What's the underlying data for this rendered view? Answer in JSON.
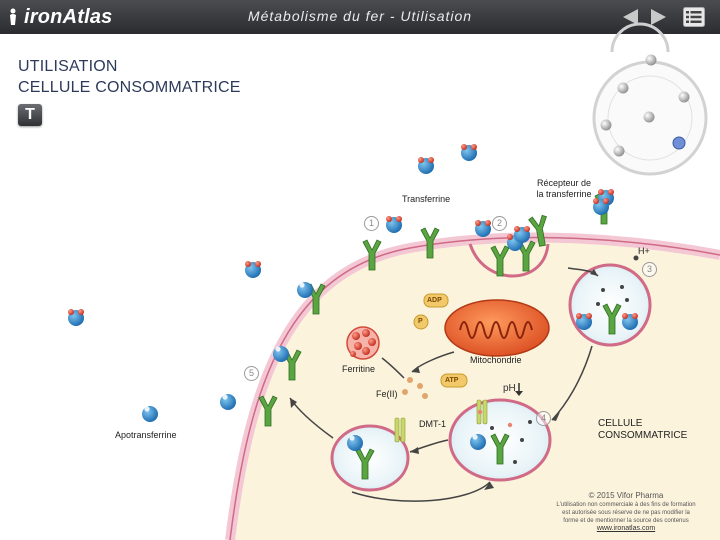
{
  "header": {
    "logo_text": "ironAtlas",
    "title": "Métabolisme du fer - Utilisation",
    "prev_icon": "triangle-left",
    "next_icon": "triangle-right",
    "menu_icon": "list-menu"
  },
  "heading": {
    "line1": "UTILISATION",
    "line2": "CELLULE CONSOMMATRICE",
    "t_button": "T"
  },
  "diagram": {
    "labels": {
      "transferrine": "Transferrine",
      "recepteur_line1": "Récepteur de",
      "recepteur_line2": "la transferrine",
      "h_plus": "H+",
      "mitochondrie": "Mitochondrie",
      "ferritine": "Ferritine",
      "fe2": "Fe(II)",
      "dmt1": "DMT-1",
      "apotransferrine": "Apotransferrine",
      "cellule_line1": "CELLULE",
      "cellule_line2": "CONSOMMATRICE",
      "adp": "ADP",
      "p": "P",
      "atp": "ATP",
      "ph": "pH"
    },
    "steps": [
      "1",
      "2",
      "3",
      "4",
      "5"
    ]
  },
  "footer": {
    "copyright": "© 2015 Vifor Pharma",
    "notice_line1": "L'utilisation non commerciale à des fins de formation",
    "notice_line2": "est autorisée sous réserve de ne pas modifier la",
    "notice_line3": "forme et de mentionner la source des contenus",
    "url": "www.ironatlas.com"
  },
  "colors": {
    "topbar": "#3a3b3e",
    "heading": "#2d3a5a",
    "cell_fill": "#fbf3dc",
    "cell_border": "#d06a86",
    "membrane": "#f2c4d2",
    "receptor": "#5aa441",
    "transferrin": "#2a83c6",
    "iron": "#d94a3a",
    "mito": "#e65f2a"
  }
}
